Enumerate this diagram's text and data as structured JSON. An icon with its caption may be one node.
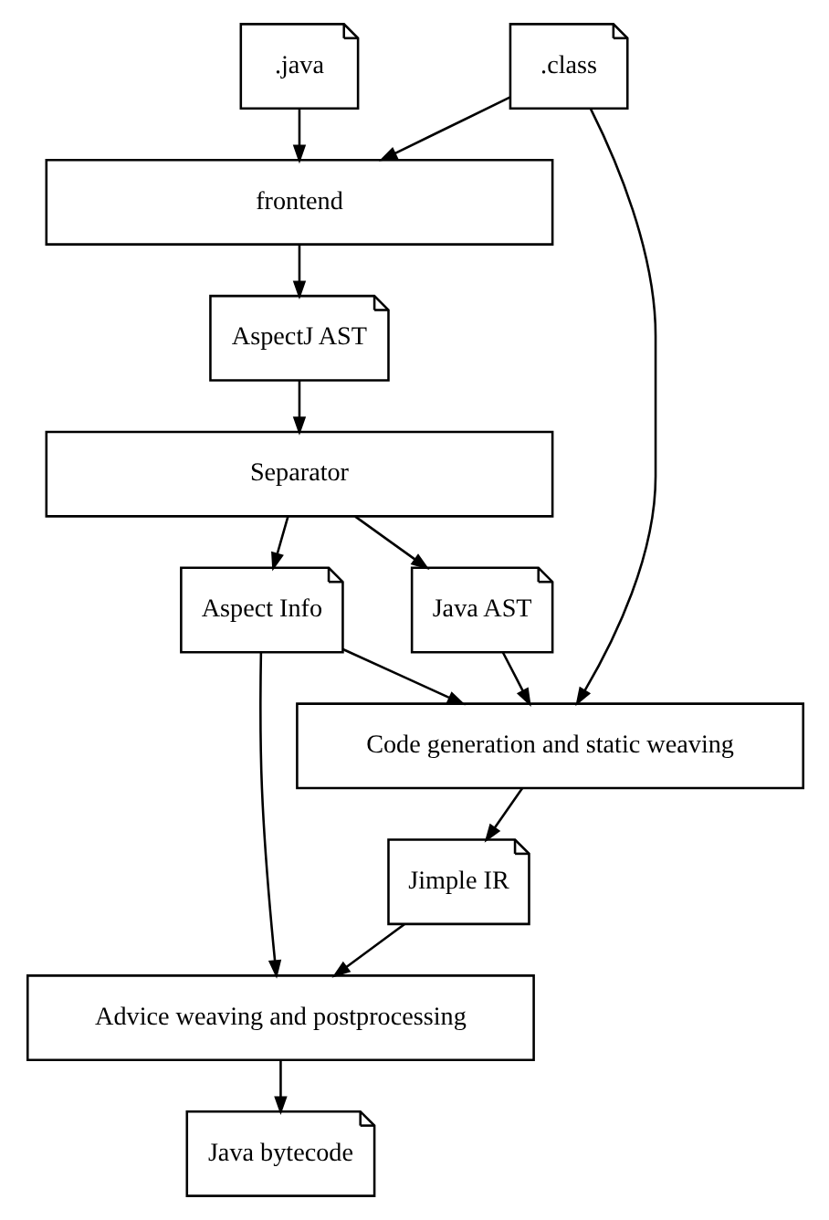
{
  "diagram": {
    "nodes": [
      {
        "text": [
          ".class"
        ]
      },
      {
        "text": [
          ".java"
        ]
      },
      {
        "text": [
          "frontend"
        ]
      },
      {
        "text": [
          "AspectJ AST"
        ]
      },
      {
        "text": [
          "Separator"
        ]
      },
      {
        "text": [
          "Java AST"
        ]
      },
      {
        "text": [
          "Aspect Info"
        ]
      },
      {
        "text": [
          "Code generation and static weaving"
        ]
      },
      {
        "text": [
          "Jimple IR"
        ]
      },
      {
        "text": [
          "Advice weaving and postprocessing"
        ]
      },
      {
        "text": [
          "Java bytecode"
        ]
      }
    ],
    "edges": [
      {
        "from": 1,
        "to": 2,
        "arrow": "to"
      },
      {
        "from": 0,
        "to": 2,
        "arrow": "to"
      },
      {
        "from": 2,
        "to": 3,
        "arrow": "to"
      },
      {
        "from": 3,
        "to": 4,
        "arrow": "to"
      },
      {
        "from": 4,
        "to": 5,
        "arrow": "to"
      },
      {
        "from": 4,
        "to": 6,
        "arrow": "to"
      },
      {
        "from": 0,
        "to": 7,
        "arrow": "to"
      },
      {
        "from": 5,
        "to": 7,
        "arrow": "to"
      },
      {
        "from": 6,
        "to": 7,
        "arrow": "to"
      },
      {
        "from": 7,
        "to": 8,
        "arrow": "to"
      },
      {
        "from": 6,
        "to": 9,
        "arrow": "to"
      },
      {
        "from": 8,
        "to": 9,
        "arrow": "to"
      },
      {
        "from": 9,
        "to": 10,
        "arrow": "to"
      }
    ]
  }
}
